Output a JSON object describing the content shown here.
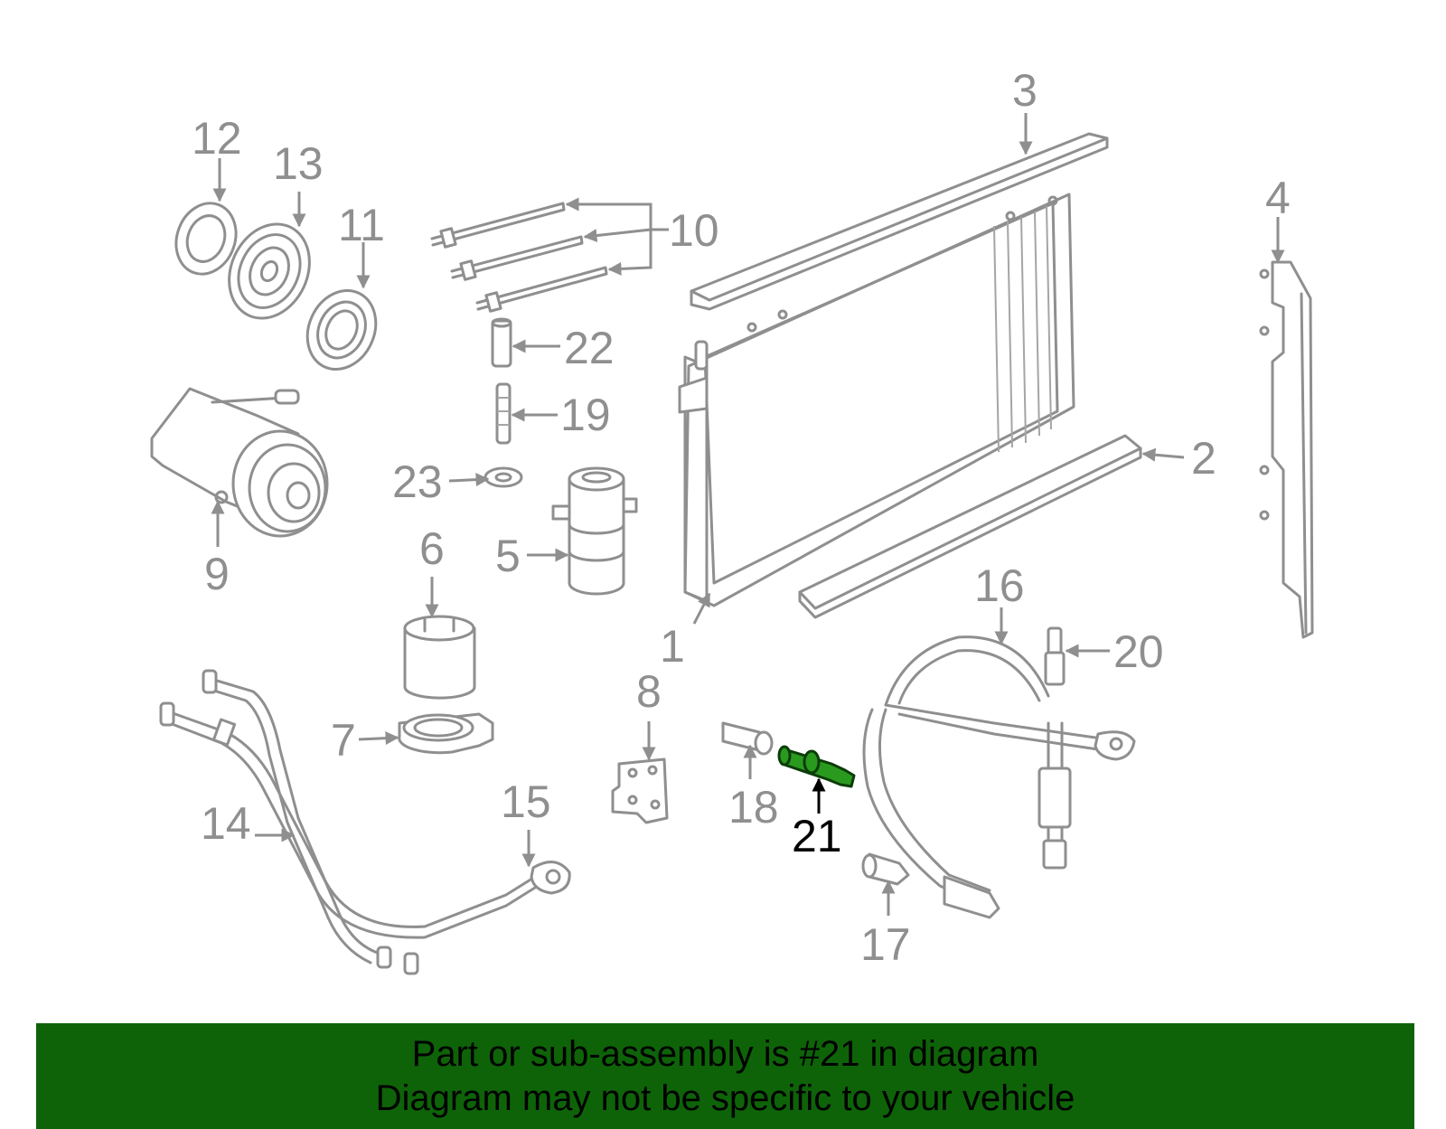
{
  "callouts": {
    "c1": "1",
    "c2": "2",
    "c3": "3",
    "c4": "4",
    "c5": "5",
    "c6": "6",
    "c7": "7",
    "c8": "8",
    "c9": "9",
    "c10": "10",
    "c11": "11",
    "c12": "12",
    "c13": "13",
    "c14": "14",
    "c15": "15",
    "c16": "16",
    "c17": "17",
    "c18": "18",
    "c19": "19",
    "c20": "20",
    "c21": "21",
    "c22": "22",
    "c23": "23"
  },
  "highlight": {
    "part_number": "21",
    "color": "#2a9a1f"
  },
  "banner": {
    "line1": "Part or sub-assembly is #21 in diagram",
    "line2": "Diagram may not be specific to your vehicle",
    "background": "#0e6308"
  }
}
